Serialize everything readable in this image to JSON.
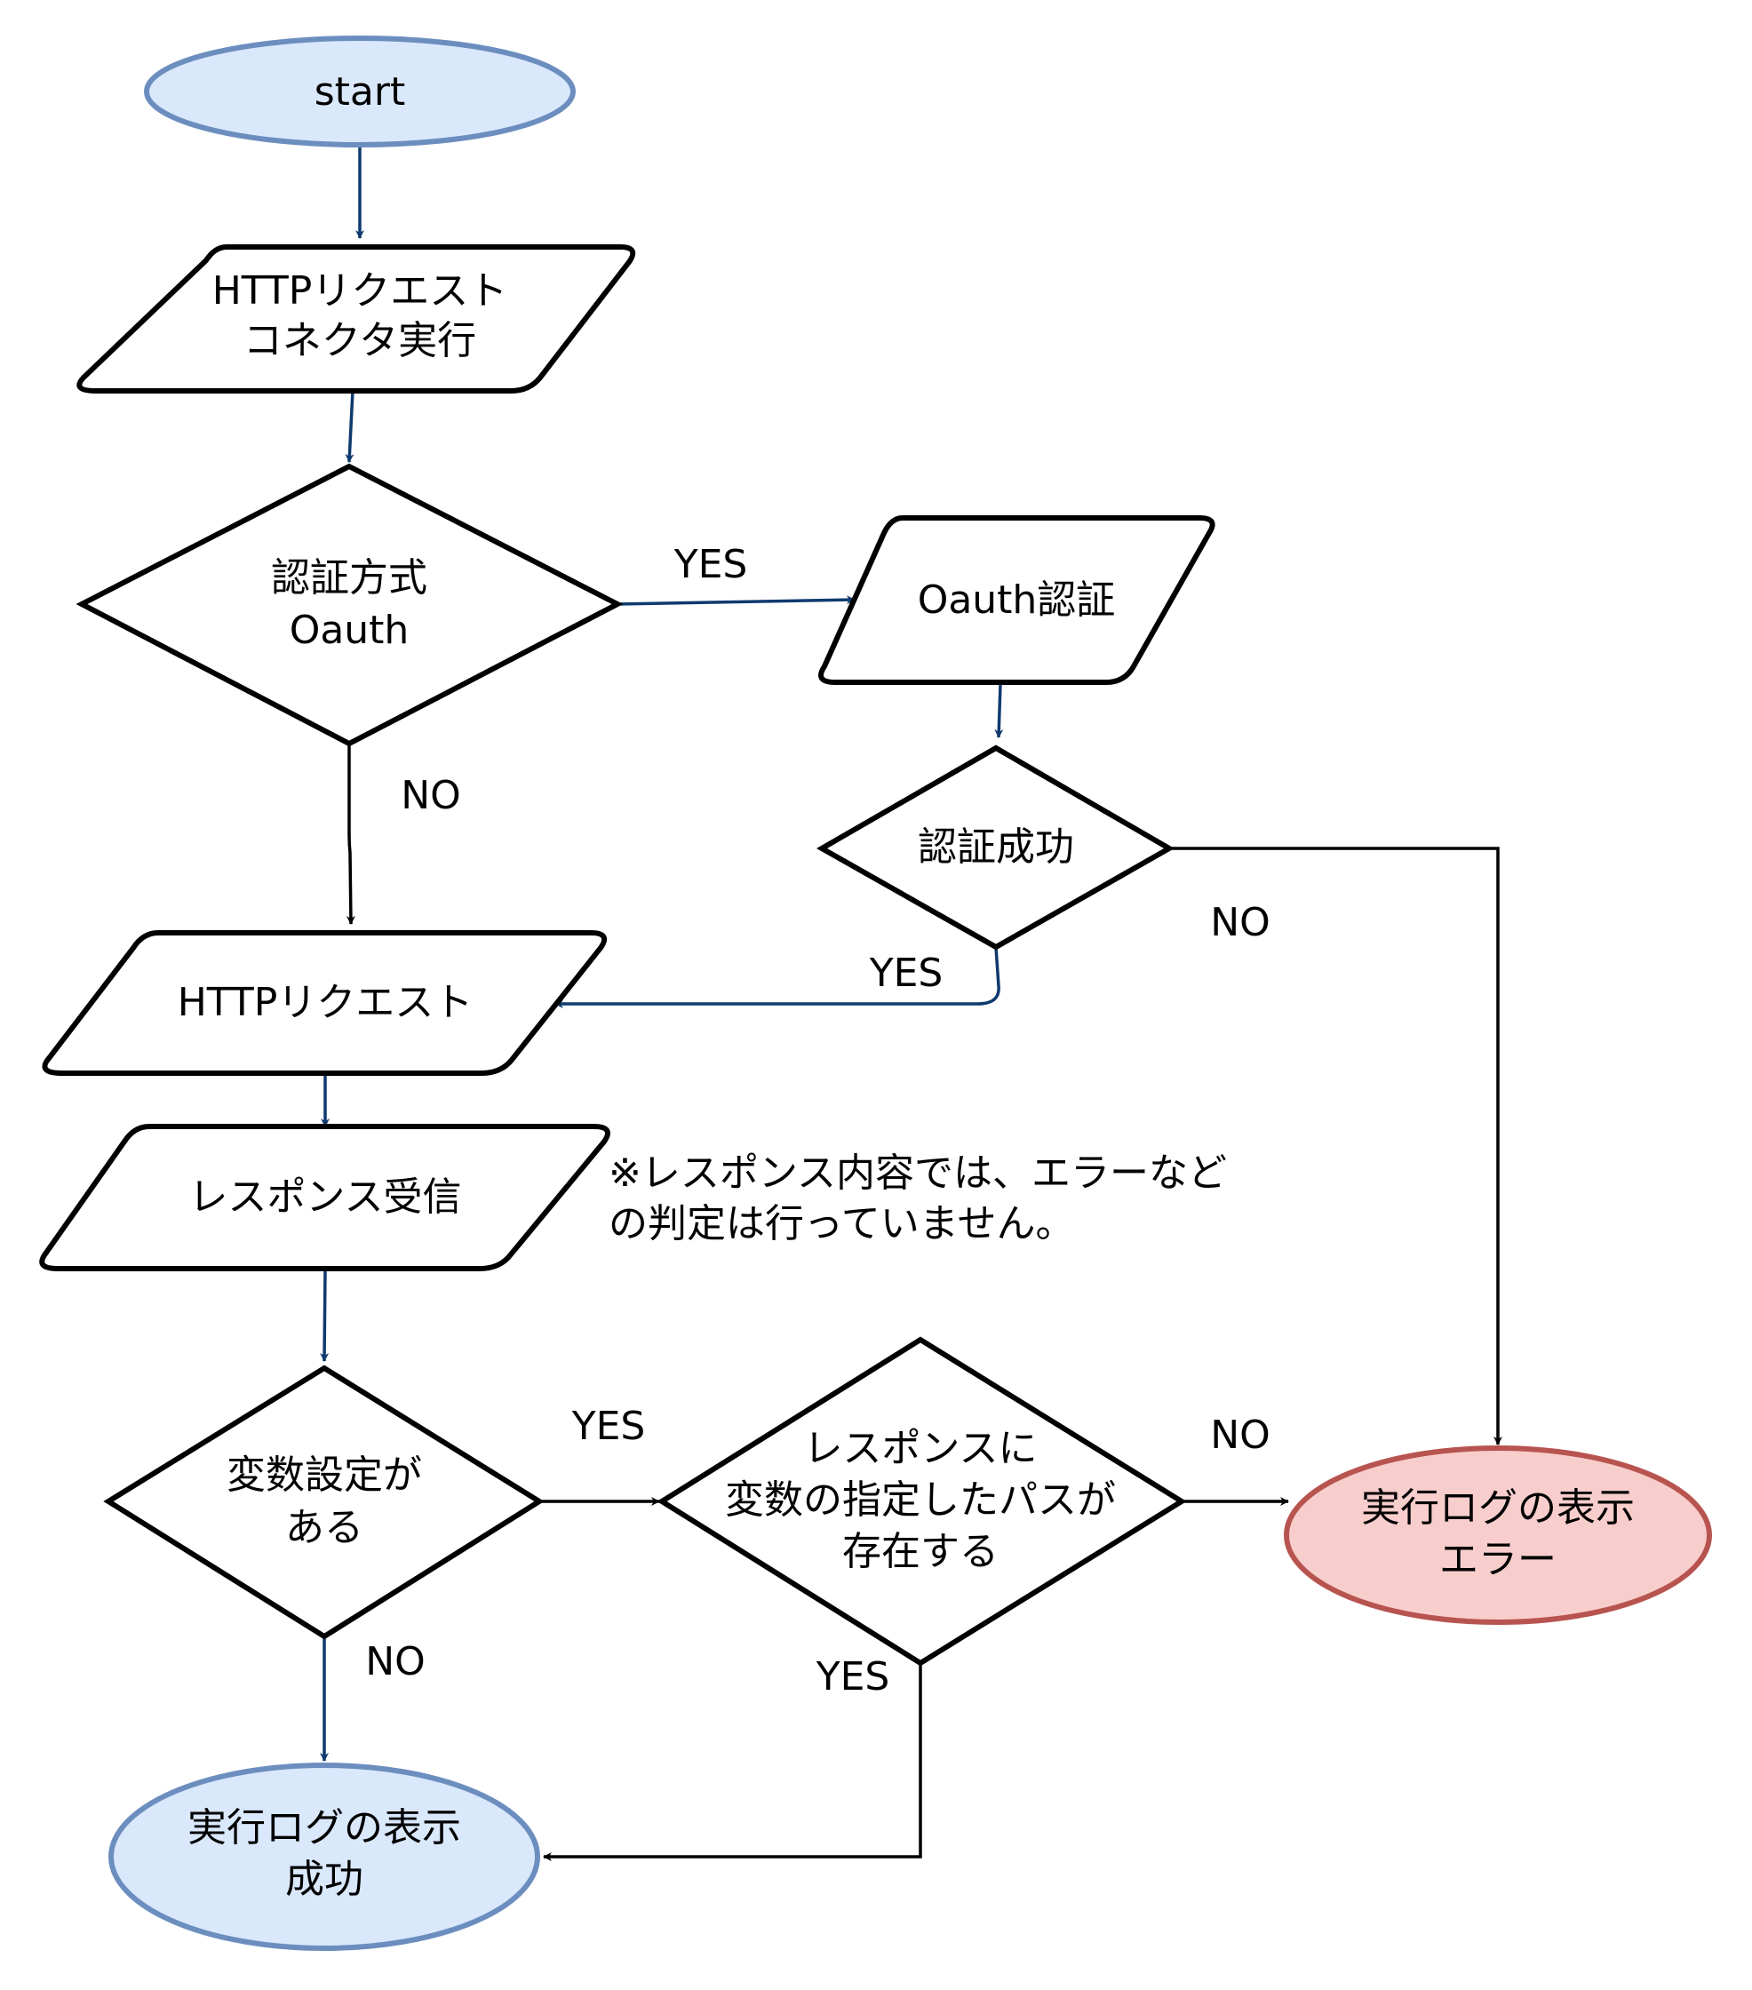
{
  "colors": {
    "blue_stroke": "#6c8ebf",
    "blue_fill": "#dae8fc",
    "red_stroke": "#b85450",
    "red_fill": "#f8cecc",
    "navy_arrow": "#0f3a6e",
    "black": "#000000"
  },
  "nodes": {
    "start": {
      "lines": [
        "start"
      ]
    },
    "http_connector": {
      "lines": [
        "HTTPリクエスト",
        "コネクタ実行"
      ]
    },
    "auth_decision": {
      "lines": [
        "認証方式",
        "Oauth"
      ]
    },
    "oauth_auth": {
      "lines": [
        "Oauth認証"
      ]
    },
    "auth_success": {
      "lines": [
        "認証成功"
      ]
    },
    "http_request": {
      "lines": [
        "HTTPリクエスト"
      ]
    },
    "response_receive": {
      "lines": [
        "レスポンス受信"
      ]
    },
    "var_setting": {
      "lines": [
        "変数設定が",
        "ある"
      ]
    },
    "path_exists": {
      "lines": [
        "レスポンスに",
        "変数の指定したパスが",
        "存在する"
      ]
    },
    "log_error": {
      "lines": [
        "実行ログの表示",
        "エラー"
      ]
    },
    "log_success": {
      "lines": [
        "実行ログの表示",
        "成功"
      ]
    }
  },
  "note": {
    "lines": [
      "※レスポンス内容では、エラーなど",
      "の判定は行っていません。"
    ]
  },
  "edge_labels": {
    "auth_yes": "YES",
    "auth_no": "NO",
    "success_no": "NO",
    "success_yes": "YES",
    "var_yes": "YES",
    "var_no": "NO",
    "path_no": "NO",
    "path_yes": "YES"
  }
}
